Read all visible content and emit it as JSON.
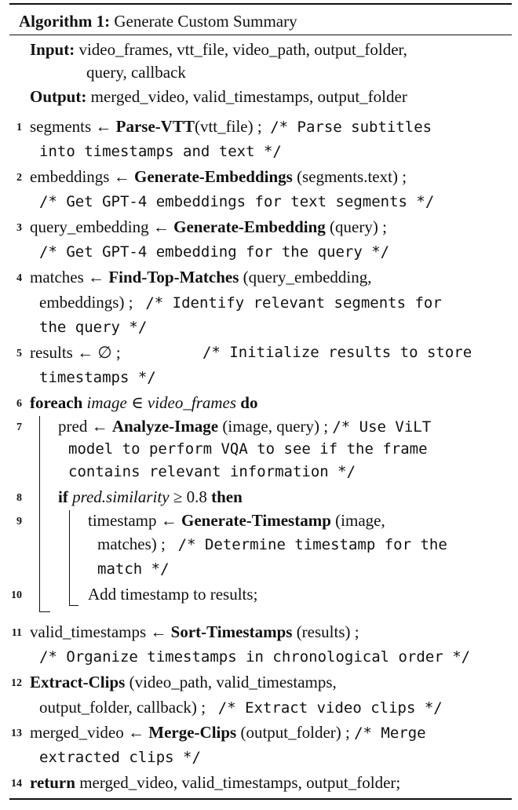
{
  "caption": {
    "label": "Algorithm 1:",
    "title": "Generate Custom Summary"
  },
  "input": {
    "label": "Input:",
    "line1": "video_frames, vtt_file, video_path, output_folder,",
    "line2": "query, callback"
  },
  "output": {
    "label": "Output:",
    "text": "merged_video, valid_timestamps, output_folder"
  },
  "lines": {
    "l1": {
      "num": "1",
      "pre": "segments ← ",
      "fn": "Parse-VTT",
      "post": "(vtt_file) ;",
      "c1": "/* Parse subtitles",
      "c2": "into timestamps and text */"
    },
    "l2": {
      "num": "2",
      "pre": "embeddings ← ",
      "fn": "Generate-Embeddings",
      "post": " (segments.text) ;",
      "c1": "/* Get GPT-4 embeddings for text segments */"
    },
    "l3": {
      "num": "3",
      "pre": "query_embedding ← ",
      "fn": "Generate-Embedding",
      "post": " (query) ;",
      "c1": "/* Get GPT-4 embedding for the query */"
    },
    "l4": {
      "num": "4",
      "pre": "matches ← ",
      "fn": "Find-Top-Matches",
      "post": " (query_embedding,",
      "cont": "embeddings) ;",
      "c1": "/* Identify relevant segments for",
      "c2": "the query */"
    },
    "l5": {
      "num": "5",
      "pre": "results ← ∅ ;",
      "c1": "/* Initialize results to store",
      "c2": "timestamps */"
    },
    "l6": {
      "num": "6",
      "kw1": "foreach",
      "var1": "image",
      "op": " ∈ ",
      "var2": "video_frames",
      "kw2": "do"
    },
    "l7": {
      "num": "7",
      "pre": "pred ← ",
      "fn": "Analyze-Image",
      "post": " (image, query) ;",
      "c1": "/* Use ViLT",
      "c2": "model to perform VQA to see if the frame",
      "c3": "contains relevant information */"
    },
    "l8": {
      "num": "8",
      "kw1": "if",
      "var1": "pred.similarity",
      "op": " ≥ 0.8 ",
      "kw2": "then"
    },
    "l9": {
      "num": "9",
      "pre": "timestamp ← ",
      "fn": "Generate-Timestamp",
      "post": " (image,",
      "cont": "matches) ;",
      "c1": "/* Determine timestamp for the",
      "c2": "match */"
    },
    "l10": {
      "num": "10",
      "text": "Add timestamp to results;"
    },
    "l11": {
      "num": "11",
      "pre": "valid_timestamps ← ",
      "fn": "Sort-Timestamps",
      "post": " (results) ;",
      "c1": "/* Organize timestamps in chronological order */"
    },
    "l12": {
      "num": "12",
      "fn": "Extract-Clips",
      "post": " (video_path, valid_timestamps,",
      "cont": "output_folder, callback) ;",
      "c1": "/* Extract video clips */"
    },
    "l13": {
      "num": "13",
      "pre": "merged_video ← ",
      "fn": "Merge-Clips",
      "post": " (output_folder) ;",
      "c1": "/* Merge",
      "c2": "extracted clips */"
    },
    "l14": {
      "num": "14",
      "kw1": "return",
      "text": " merged_video, valid_timestamps, output_folder;"
    }
  }
}
